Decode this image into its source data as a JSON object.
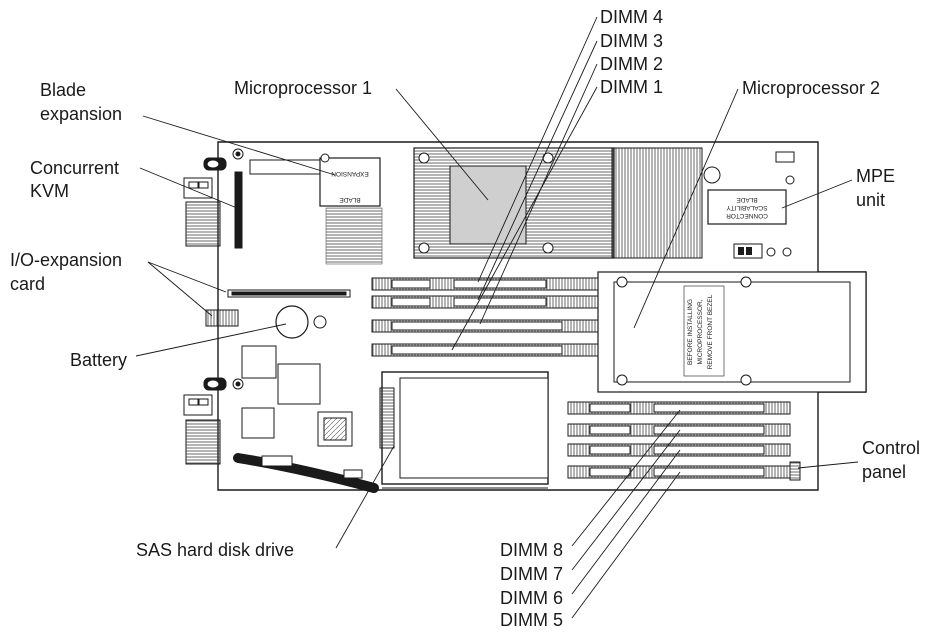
{
  "labels": {
    "dimm4": "DIMM 4",
    "dimm3": "DIMM 3",
    "dimm2": "DIMM 2",
    "dimm1": "DIMM 1",
    "microprocessor1": "Microprocessor 1",
    "microprocessor2": "Microprocessor 2",
    "blade_expansion_l1": "Blade",
    "blade_expansion_l2": "expansion",
    "concurrent_kvm_l1": "Concurrent",
    "concurrent_kvm_l2": "KVM",
    "io_expansion_l1": "I/O-expansion",
    "io_expansion_l2": "card",
    "battery": "Battery",
    "mpe_l1": "MPE",
    "mpe_l2": "unit",
    "control_panel_l1": "Control",
    "control_panel_l2": "panel",
    "sas_hdd": "SAS hard disk drive",
    "dimm8": "DIMM 8",
    "dimm7": "DIMM 7",
    "dimm6": "DIMM 6",
    "dimm5": "DIMM 5"
  },
  "board_text": {
    "expansion_connector": [
      "EXPANSION",
      "BLADE"
    ],
    "scalability_connector": [
      "BLADE",
      "SCALABILITY",
      "CONNECTOR"
    ],
    "microprocessor_warning": [
      "BEFORE INSTALLING",
      "MICROPROCESSOR,",
      "REMOVE FRONT BEZEL"
    ]
  },
  "colors": {
    "line": "#1a1a1a",
    "fill": "#ffffff",
    "shade": "#cfcfcf"
  }
}
